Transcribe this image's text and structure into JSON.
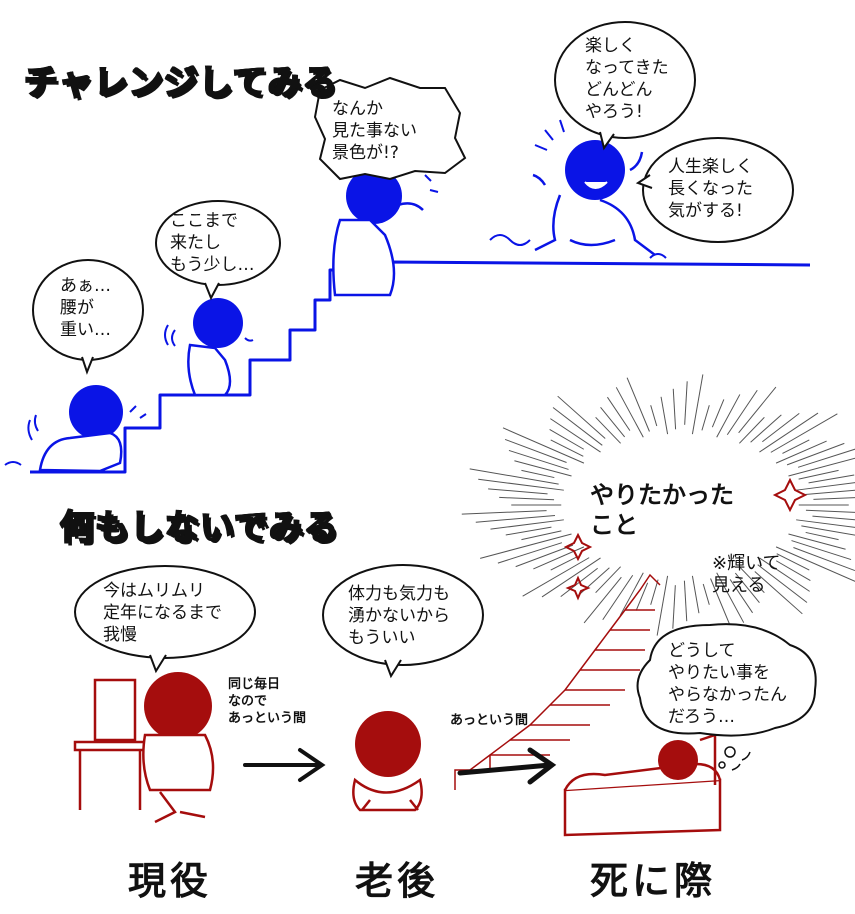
{
  "titles": {
    "challenge": "チャレンジしてみる",
    "nothing": "何もしないでみる"
  },
  "challenge_bubbles": [
    "あぁ…\n腰が\n重い…",
    "ここまで\n来たし\nもう少し…",
    "なんか\n見た事ない\n景色が!?",
    "楽しく\nなってきた\nどんどん\nやろう!",
    "人生楽しく\n長くなった\n気がする!"
  ],
  "nothing_bubbles": [
    "今はムリムリ\n定年になるまで\n我慢",
    "体力も気力も\n湧かないから\nもういい",
    "どうして\nやりたい事を\nやらなかったん\nだろう…"
  ],
  "notes": {
    "same_every_day": "同じ毎日\nなので\nあっという間",
    "in_a_flash": "あっという間"
  },
  "shine": {
    "text": "やりたかった\nこと",
    "note": "※輝いて\n見える"
  },
  "stages": [
    "現役",
    "老後",
    "死に際"
  ],
  "colors": {
    "challenge": "#0a14e6",
    "nothing": "#a50d0d",
    "ink": "#111111"
  }
}
